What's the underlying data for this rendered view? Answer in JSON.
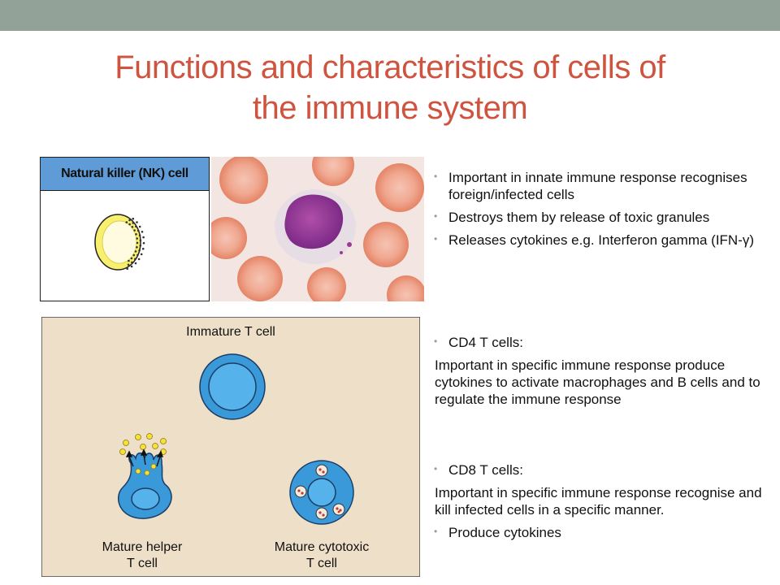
{
  "slide": {
    "title_line1": "Functions and characteristics of cells of",
    "title_line2": "the immune system"
  },
  "nk_figure": {
    "header": "Natural killer (NK) cell"
  },
  "tcell_figure": {
    "immature_label": "Immature T cell",
    "helper_label_line1": "Mature helper",
    "helper_label_line2": "T cell",
    "cytotoxic_label_line1": "Mature cytotoxic",
    "cytotoxic_label_line2": "T cell"
  },
  "nk_bullets": [
    "Important in innate immune response recognises foreign/infected cells",
    "Destroys them by release of toxic granules",
    "Releases cytokines e.g. Interferon gamma (IFN-γ)"
  ],
  "cd4": {
    "heading": " CD4 T cells:",
    "description": "Important in specific immune response produce cytokines to activate macrophages and B cells and to regulate the immune response"
  },
  "cd8": {
    "heading": "CD8 T cells:",
    "description": "Important in specific immune response recognise and kill infected cells in a specific manner.",
    "extra_bullet": "Produce cytokines"
  },
  "colors": {
    "title": "#cf543f",
    "top_bar": "#93a299",
    "nk_header": "#5f9bd6",
    "cell_blue": "#3a9ad9",
    "panel_bg": "#eee0c8"
  }
}
